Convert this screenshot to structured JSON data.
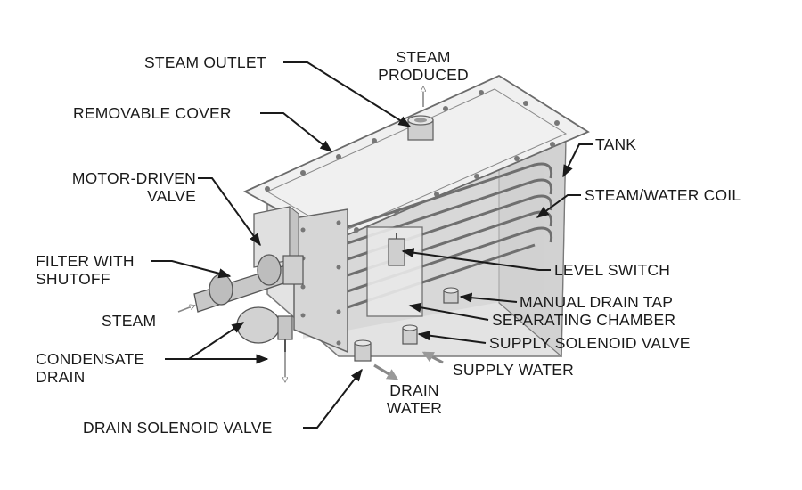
{
  "labels": {
    "steam_outlet": "STEAM OUTLET",
    "steam_produced": [
      "STEAM",
      "PRODUCED"
    ],
    "removable_cover": "REMOVABLE COVER",
    "tank": "TANK",
    "motor_driven_valve": [
      "MOTOR-DRIVEN",
      "VALVE"
    ],
    "steam_water_coil": "STEAM/WATER COIL",
    "filter_with_shutoff": [
      "FILTER WITH",
      "SHUTOFF"
    ],
    "level_switch": "LEVEL SWITCH",
    "manual_drain_tap": "MANUAL DRAIN TAP",
    "steam": "STEAM",
    "separating_chamber": "SEPARATING CHAMBER",
    "supply_solenoid_valve": "SUPPLY SOLENOID VALVE",
    "condensate_drain": [
      "CONDENSATE",
      "DRAIN"
    ],
    "supply_water": "SUPPLY WATER",
    "drain_water": [
      "DRAIN",
      "WATER"
    ],
    "drain_solenoid_valve": "DRAIN SOLENOID VALVE"
  }
}
